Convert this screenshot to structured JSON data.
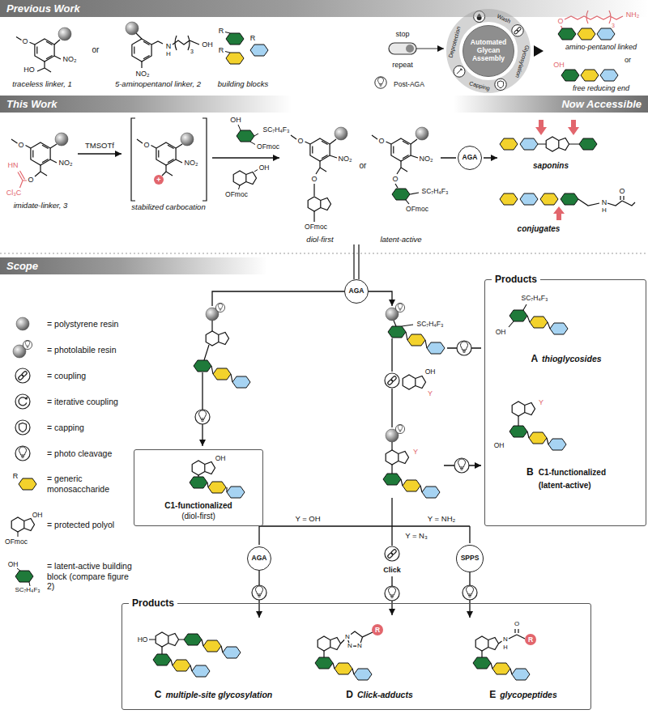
{
  "diagram": {
    "nodes": [
      {
        "text": [
          "Previous Work"
        ]
      },
      {
        "text": [
          "Automated Glycan Assembly"
        ]
      },
      {
        "text": [
          "This Work"
        ]
      },
      {
        "text": [
          "Now Accessible"
        ]
      },
      {
        "text": [
          "AGA"
        ]
      },
      {
        "text": [
          "Scope"
        ]
      },
      {
        "text": [
          "AGA"
        ]
      },
      {
        "text": [
          "C1-functionalized",
          "(diol-first)"
        ]
      },
      {
        "text": [
          "Products"
        ]
      },
      {
        "text": [
          "A",
          "thioglycosides"
        ],
        "in": 8
      },
      {
        "text": [
          "B",
          "C1-functionalized",
          "(latent-active)"
        ],
        "in": 8
      },
      {
        "text": [
          "AGA"
        ]
      },
      {
        "text": [
          "SPPS"
        ]
      },
      {
        "text": [
          "Products"
        ]
      },
      {
        "text": [
          "C",
          "multiple-site glycosylation"
        ],
        "in": 13
      },
      {
        "text": [
          "D",
          "Click-adducts"
        ],
        "in": 13
      },
      {
        "text": [
          "E",
          "glycopeptides"
        ],
        "in": 13
      }
    ],
    "edges": [
      {
        "from": 11,
        "to": 14,
        "arrow": "to"
      },
      {
        "from": 12,
        "to": 16,
        "arrow": "to"
      }
    ],
    "labels": [
      "O",
      "NO₂",
      "HO",
      "traceless linker, 1",
      "or",
      "NO₂",
      "N",
      "H",
      "3",
      "OH",
      "5-aminopentanol linker, 2",
      "R",
      "R",
      "R",
      "building blocks",
      "stop",
      "repeat",
      "Post-AGA",
      "Wash",
      "Glycosylation",
      "Capping",
      "Deprotection",
      "O",
      "3",
      "NH₂",
      "amino-pentanol linked",
      "or",
      "OH",
      "free reducing end",
      "O",
      "NO₂",
      "O",
      "HN",
      "Cl₃C",
      "imidate-linker, 3",
      "TMSOTf",
      "O",
      "NO₂",
      "+",
      "stabilized carbocation",
      "OH",
      "SC₇H₄F₃",
      "OFmoc",
      "OH",
      "OFmoc",
      "O",
      "NO₂",
      "O",
      "OFmoc",
      "diol-first",
      "or",
      "O",
      "NO₂",
      "O",
      "SC₇H₄F₃",
      "OFmoc",
      "latent-active",
      "saponins",
      "N",
      "H",
      "O",
      "conjugates",
      "R",
      "OH",
      "OFmoc",
      "OH",
      "SC₇H₄F₃",
      "SC₇H₄F₃",
      "OH",
      "Y",
      "Y",
      "OH",
      "SC₇H₄F₃",
      "OH",
      "Y",
      "OH",
      "Y = OH",
      "Y = NH₂",
      "Y = N₃",
      "Click",
      "HO",
      "N",
      "N",
      "N",
      "R",
      "N",
      "H",
      "O",
      "R"
    ],
    "legend": [
      {
        "text": "= polystyrene resin"
      },
      {
        "text": "= photolabile resin"
      },
      {
        "text": "= coupling"
      },
      {
        "text": "= iterative coupling"
      },
      {
        "text": "= capping"
      },
      {
        "text": "= photo cleavage"
      },
      {
        "text": "= generic monosaccharide"
      },
      {
        "text": "= protected polyol"
      },
      {
        "text": "= latent-active building block (compare figure 2)"
      }
    ]
  }
}
